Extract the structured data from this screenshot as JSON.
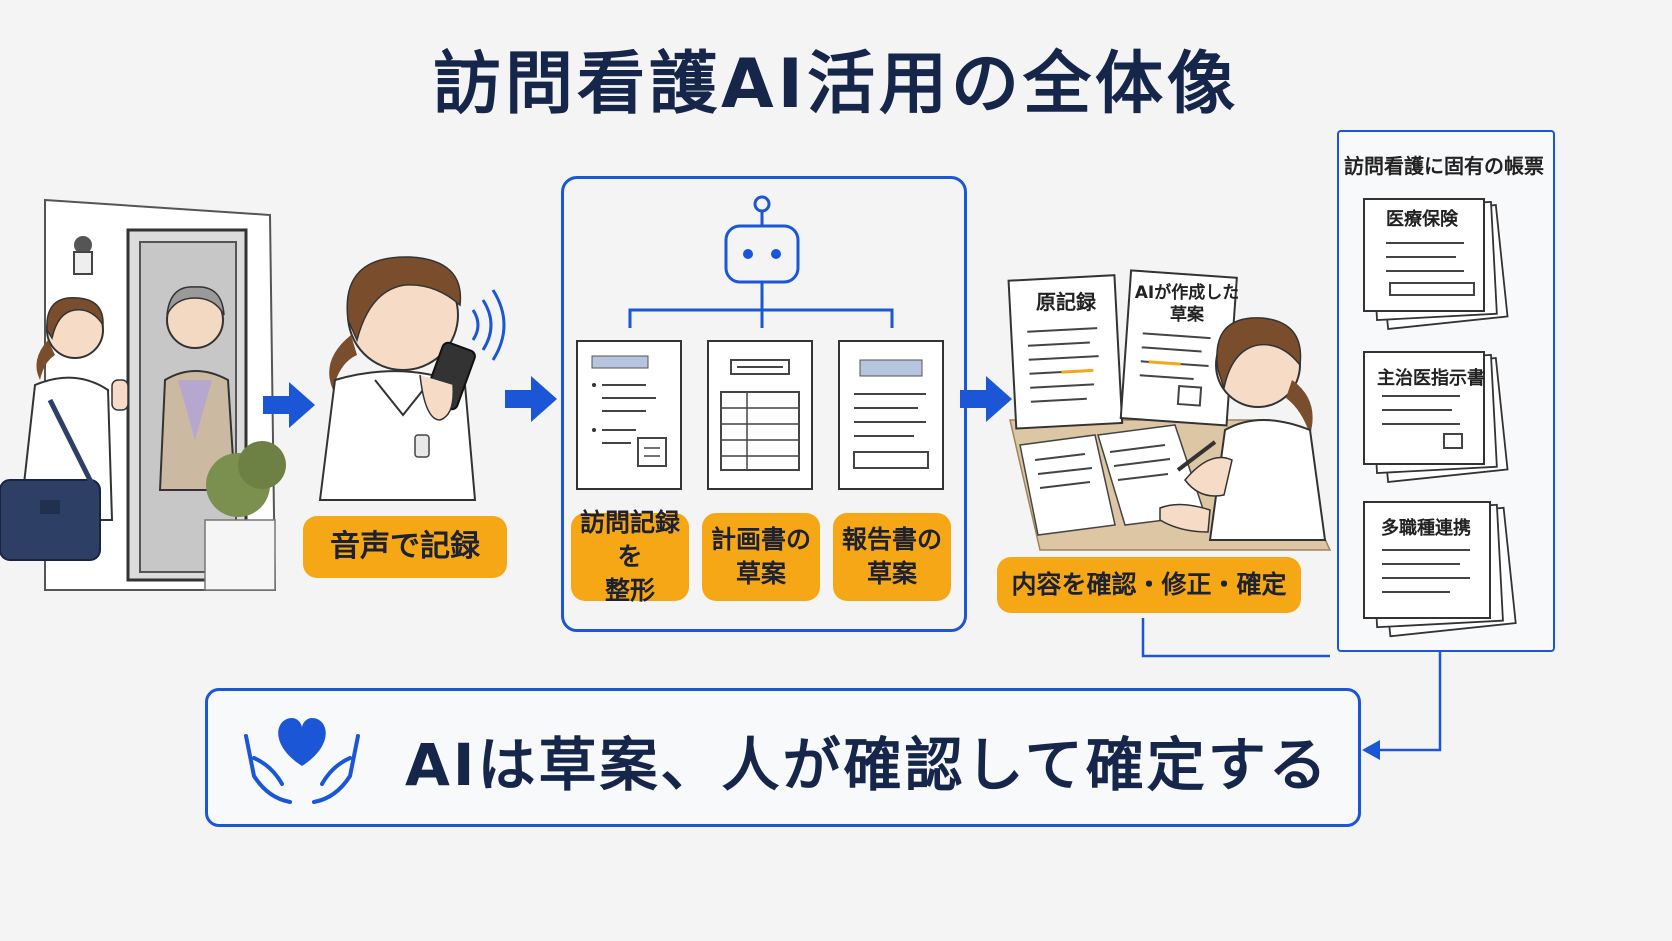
{
  "title": "訪問看護AI活用の全体像",
  "steps": {
    "voice_label": "音声で記録",
    "ai_outputs": [
      {
        "label_line1": "訪問記録を",
        "label_line2": "整形"
      },
      {
        "label_line1": "計画書の",
        "label_line2": "草案"
      },
      {
        "label_line1": "報告書の",
        "label_line2": "草案"
      }
    ],
    "review_label": "内容を確認・修正・確定",
    "review_docs": {
      "original": "原記録",
      "ai_draft_line1": "AIが作成した",
      "ai_draft_line2": "草案"
    }
  },
  "forms": {
    "title": "訪問看護に固有の帳票",
    "items": [
      "医療保険",
      "主治医指示書",
      "多職種連携"
    ]
  },
  "bottom_message": "AIは草案、人が確認して確定する",
  "colors": {
    "accent_blue": "#1a56d6",
    "label_orange": "#f6a716",
    "title_navy": "#15264a",
    "background": "#f4f4f5"
  },
  "icons": [
    "robot-icon",
    "heart-hands-icon",
    "arrow-right-icon"
  ]
}
